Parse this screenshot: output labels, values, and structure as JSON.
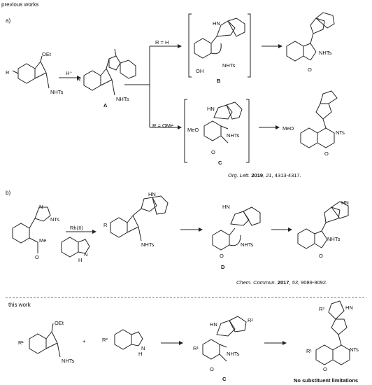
{
  "header": {
    "previous_works": "previous works",
    "part_a": "a)",
    "part_b": "b)",
    "this_work": "this work"
  },
  "part_a": {
    "sm_oet": "OEt",
    "sm_r": "R",
    "sm_nhts": "NHTs",
    "reagent": "H⁺",
    "int_a_label": "A",
    "int_a_r": "R",
    "int_a_nhts": "NHTs",
    "cond_h": "R = H",
    "cond_ome": "R = OMe",
    "b_hn": "HN",
    "b_oh": "OH",
    "b_nhts": "NHTs",
    "b_label": "B",
    "prod_b_nhts": "NHTs",
    "prod_b_o": "O",
    "c_hn": "HN",
    "c_meo": "MeO",
    "c_nhts": "NHTs",
    "c_o": "O",
    "c_label": "C",
    "prod_c_meo": "MeO",
    "prod_c_nts": "NTs",
    "prod_c_o": "O",
    "ref_journal": "Org. Lett.",
    "ref_year": "2019",
    "ref_vol": "21",
    "ref_pages": ", 4313-4317."
  },
  "part_b": {
    "sm_n": "N",
    "sm_nts": "NTs",
    "sm_me": "Me",
    "sm_o": "O",
    "catalyst": "Rh(II)",
    "indole_h": "H",
    "indole_n": "N",
    "int_r": "R",
    "int_hn": "HN",
    "int_nhts": "NHTs",
    "d_hn": "HN",
    "d_nhts": "NHTs",
    "d_o": "O",
    "d_label": "D",
    "prod_hn": "HN",
    "prod_nhts": "NHTs",
    "prod_o": "O",
    "ref_journal": "Chem. Commun.",
    "ref_year": "2017",
    "ref_vol": "53",
    "ref_pages": ", 9089-9092."
  },
  "this_work": {
    "sm_oet": "OEt",
    "sm_r1": "R¹",
    "sm_nhts": "NHTs",
    "plus": "+",
    "indole_r2": "R²",
    "indole_h": "H",
    "indole_n": "N",
    "c_hn": "HN",
    "c_r2": "R²",
    "c_r1": "R¹",
    "c_nhts": "NHTs",
    "c_o": "O",
    "c_label": "C",
    "prod_r2": "R²",
    "prod_r1": "R¹",
    "prod_nts": "NTs",
    "prod_o": "O",
    "prod_hn": "HN",
    "limitation": "No substituent limitations"
  }
}
